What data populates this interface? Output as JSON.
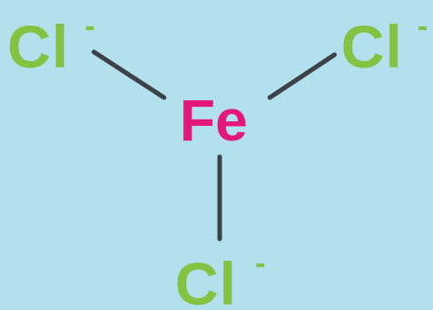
{
  "diagram": {
    "center_atom": {
      "symbol": "Fe",
      "color": "#e5177a"
    },
    "ligands": [
      {
        "symbol": "Cl",
        "charge": "-",
        "color": "#82c341"
      },
      {
        "symbol": "Cl",
        "charge": "-",
        "color": "#82c341"
      },
      {
        "symbol": "Cl",
        "charge": "-",
        "color": "#82c341"
      }
    ],
    "bond_color": "#3c4247",
    "background": "#b2e0ec"
  }
}
